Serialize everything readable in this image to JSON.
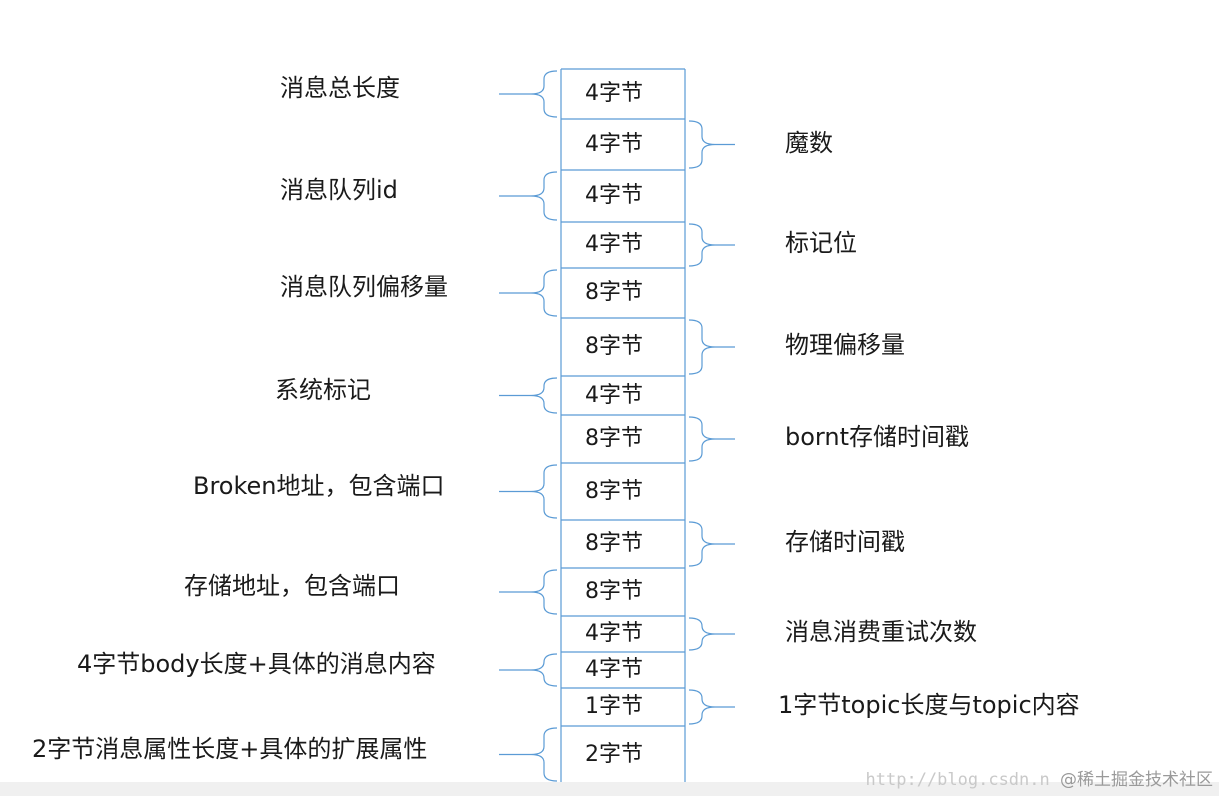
{
  "cells": [
    {
      "label": "4字节"
    },
    {
      "label": "4字节"
    },
    {
      "label": "4字节"
    },
    {
      "label": "4字节"
    },
    {
      "label": "8字节"
    },
    {
      "label": "8字节"
    },
    {
      "label": "4字节"
    },
    {
      "label": "8字节"
    },
    {
      "label": "8字节"
    },
    {
      "label": "8字节"
    },
    {
      "label": "8字节"
    },
    {
      "label": "4字节"
    },
    {
      "label": "4字节"
    },
    {
      "label": "1字节"
    },
    {
      "label": "2字节"
    }
  ],
  "left_fields": [
    {
      "label": "消息总长度",
      "cell": 0
    },
    {
      "label": "消息队列id",
      "cell": 2
    },
    {
      "label": "消息队列偏移量",
      "cell": 4
    },
    {
      "label": "系统标记",
      "cell": 6
    },
    {
      "label": "Broken地址，包含端口",
      "cell": 8
    },
    {
      "label": "存储地址，包含端口",
      "cell": 10
    },
    {
      "label": "4字节body长度+具体的消息内容",
      "cell": 12
    },
    {
      "label": "2字节消息属性长度+具体的扩展属性",
      "cell": 14
    }
  ],
  "right_fields": [
    {
      "label": "魔数",
      "cell": 1
    },
    {
      "label": "标记位",
      "cell": 3
    },
    {
      "label": "物理偏移量",
      "cell": 5
    },
    {
      "label": "bornt存储时间戳",
      "cell": 7
    },
    {
      "label": "存储时间戳",
      "cell": 9
    },
    {
      "label": "消息消费重试次数",
      "cell": 11
    },
    {
      "label": "1字节topic长度与topic内容",
      "cell": 13
    }
  ],
  "watermark": {
    "url": "http://blog.csdn.n",
    "brand": "@稀土掘金技术社区"
  },
  "colors": {
    "line": "#5b9bd5",
    "text": "#1a1a1a"
  }
}
